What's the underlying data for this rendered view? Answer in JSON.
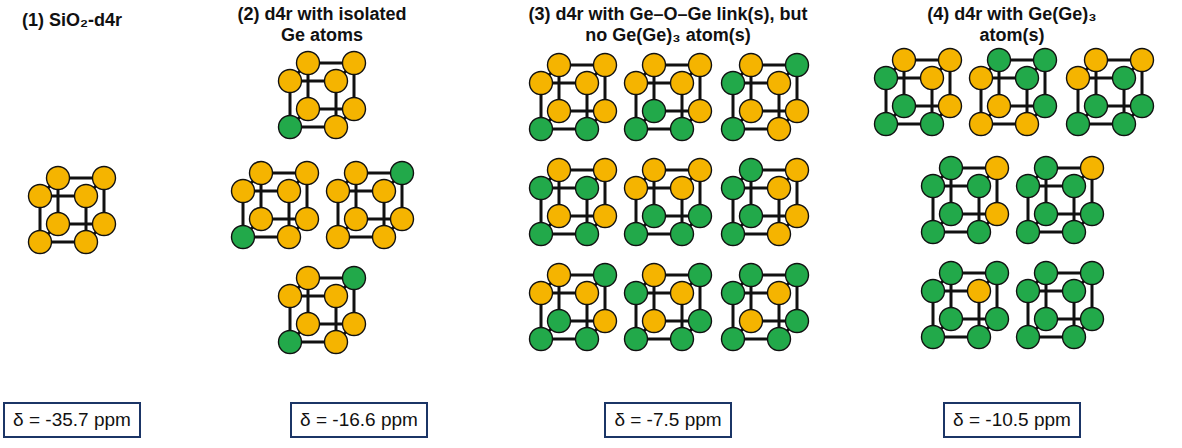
{
  "diagram": {
    "nodes": [
      {
        "text": [
          "δ = -35.7 ppm"
        ]
      },
      {
        "text": [
          "δ = -16.6 ppm"
        ]
      },
      {
        "text": [
          "δ = -7.5 ppm"
        ]
      },
      {
        "text": [
          "δ = -10.5 ppm"
        ]
      }
    ],
    "labels": [
      "(1) SiO₂-d4r",
      "(2) d4r with isolated Ge atoms",
      "(3) d4r with Ge–O–Ge link(s), but no Ge(Ge)₃ atom(s)",
      "(4) d4r with Ge(Ge)₃ atom(s)"
    ]
  }
}
